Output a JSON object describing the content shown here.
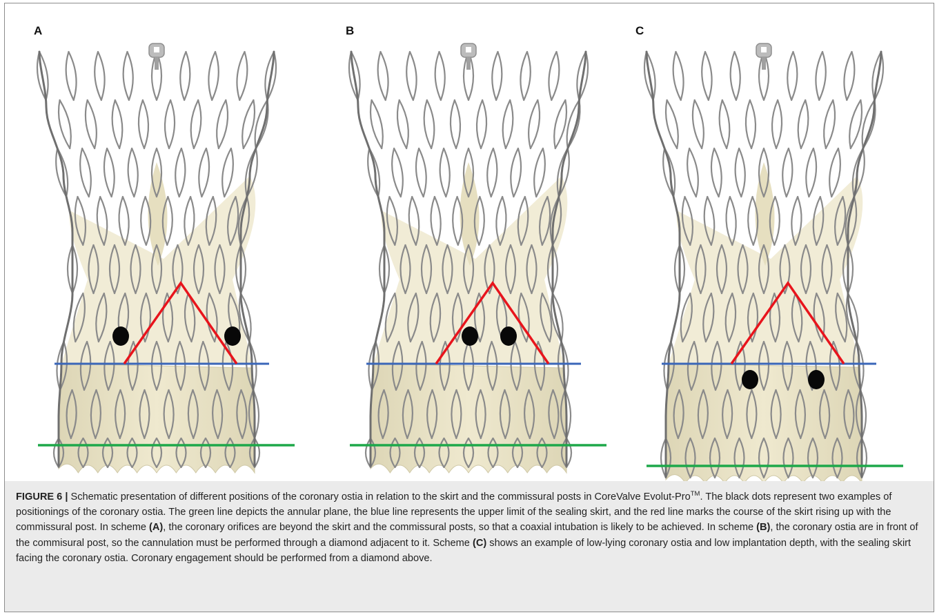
{
  "panels": [
    {
      "label": "A",
      "ostia": "above-skirt-beside-post",
      "annulus_low": false
    },
    {
      "label": "B",
      "ostia": "in-front-of-post",
      "annulus_low": false
    },
    {
      "label": "C",
      "ostia": "below-skirt",
      "annulus_low": true
    }
  ],
  "colors": {
    "red_line": "#e8141c",
    "blue_line": "#3a66b8",
    "green_line": "#1ea84a",
    "skirt": "#efe9cf",
    "frame_metal": "#8a8a8a",
    "ostium": "#080808",
    "caption_bg": "#ebebeb"
  },
  "caption": {
    "figure_label": "FIGURE 6 |",
    "s1": " Schematic presentation of different positions of the coronary ostia in relation to the skirt and the commissural posts in CoreValve Evolut-Pro",
    "tm": "TM",
    "s2": ". The black dots represent two examples of positionings of the coronary ostia. The green line depicts the annular plane, the blue line represents the upper limit of the sealing skirt, and the red line marks the course of the skirt rising up with the commissural post. In scheme ",
    "ref_a": "(A)",
    "s3": ", the coronary orifices are beyond the skirt and the commissural posts, so that a coaxial intubation is likely to be achieved. In scheme ",
    "ref_b": "(B)",
    "s4": ", the coronary ostia are in front of the commisural post, so the cannulation must be performed through a diamond adjacent to it. Scheme ",
    "ref_c": "(C)",
    "s5": " shows an example of low-lying coronary ostia and low implantation depth, with the sealing skirt facing the coronary ostia. Coronary engagement should be performed from a diamond above."
  }
}
